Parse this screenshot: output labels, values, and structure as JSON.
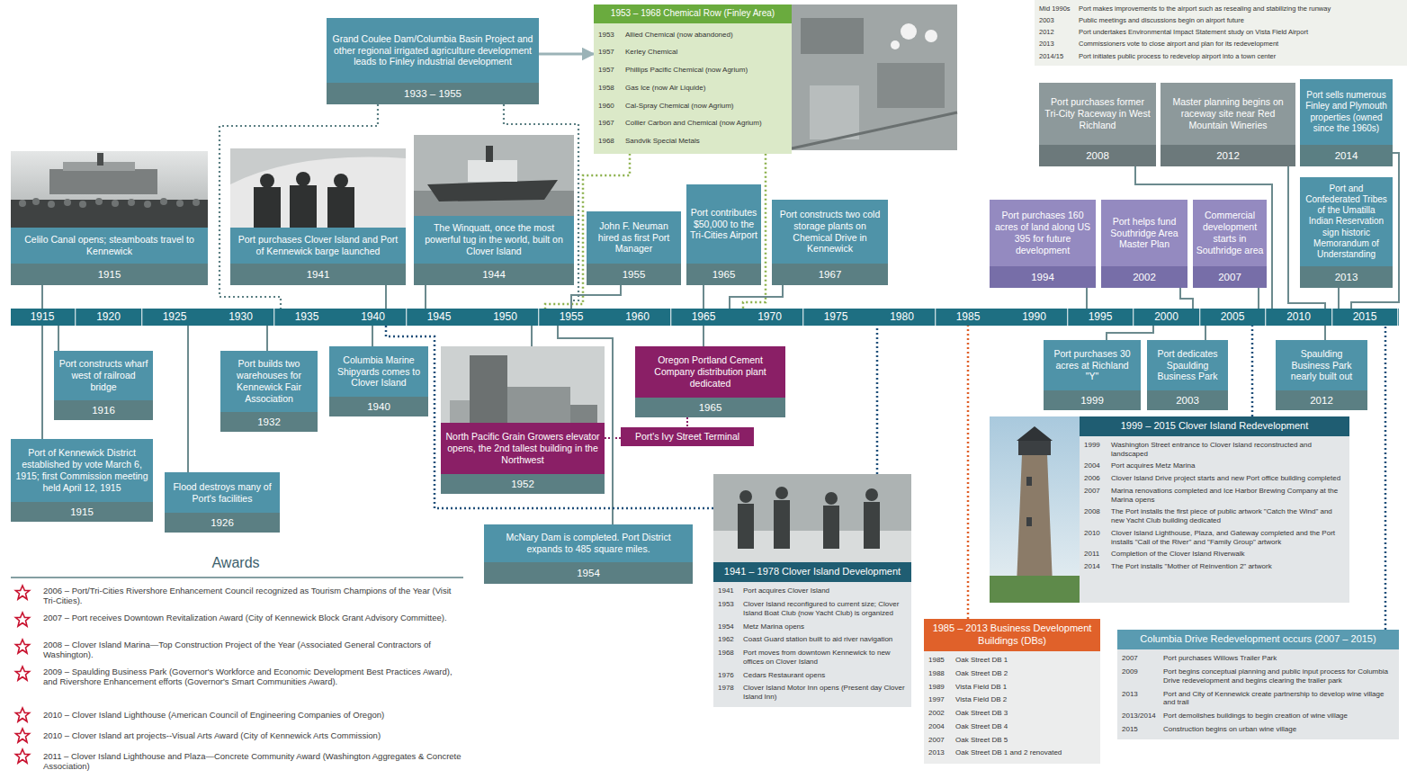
{
  "diagram": {
    "nodes": [
      {
        "text": [
          "Grand Coulee Dam/Columbia Basin Project and other regional irrigated agriculture development leads to Finley industrial development",
          "1933 – 1955"
        ]
      },
      {
        "text": [
          "1953 – 1968 Chemical Row (Finley Area)",
          "1953",
          "Allied Chemical (now abandoned)",
          "1957",
          "Kerley Chemical",
          "1957",
          "Phillips Pacific Chemical (now Agrium)",
          "1958",
          "Gas Ice (now Air Liquide)",
          "1960",
          "Cal-Spray Chemical (now Agrium)",
          "1967",
          "Collier Carbon and Chemical (now Agrium)",
          "1968",
          "Sandvik Special Metals"
        ]
      },
      {
        "text": [
          "Mid 1990s",
          "Port makes improvements to the airport such as resealing and stabilizing the runway",
          "2003",
          "Public meetings and discussions begin on airport future",
          "2012",
          "Port undertakes Environmental Impact Statement study on Vista Field Airport",
          "2013",
          "Commissioners vote to close airport and plan for its redevelopment",
          "2014/15",
          "Port initiates public process to redevelop airport into a town center"
        ]
      },
      {
        "text": [
          "Celilo Canal opens; steamboats travel to Kennewick",
          "1915"
        ]
      },
      {
        "text": [
          "Port purchases Clover Island and Port of Kennewick barge launched",
          "1941"
        ]
      },
      {
        "text": [
          "The Winquatt, once the most powerful tug in the world, built on Clover Island",
          "1944"
        ]
      },
      {
        "text": [
          "John F. Neuman hired as first Port Manager",
          "1955"
        ]
      },
      {
        "text": [
          "Port contributes $50,000 to the Tri-Cities Airport",
          "1965"
        ]
      },
      {
        "text": [
          "Port constructs two cold storage plants on Chemical Drive in Kennewick",
          "1967"
        ]
      },
      {
        "text": [
          "Port purchases former Tri-City Raceway in West Richland",
          "2008"
        ]
      },
      {
        "text": [
          "Master planning begins on raceway site near Red Mountain Wineries",
          "2012"
        ]
      },
      {
        "text": [
          "Port sells numerous Finley and Plymouth properties (owned since the 1960s)",
          "2014"
        ]
      },
      {
        "text": [
          "Port purchases 160 acres of land along US 395 for future development",
          "1994"
        ]
      },
      {
        "text": [
          "Port helps fund Southridge Area Master Plan",
          "2002"
        ]
      },
      {
        "text": [
          "Commercial development starts in Southridge area",
          "2007"
        ]
      },
      {
        "text": [
          "Port and Confederated Tribes of the Umatilla Indian Reservation sign historic Memorandum of Understanding",
          "2013"
        ]
      },
      {
        "text": [
          "1915",
          "1920",
          "1925",
          "1930",
          "1935",
          "1940",
          "1945",
          "1950",
          "1955",
          "1960",
          "1965",
          "1970",
          "1975",
          "1980",
          "1985",
          "1990",
          "1995",
          "2000",
          "2005",
          "2010",
          "2015"
        ]
      },
      {
        "text": [
          "Port constructs wharf west of railroad bridge",
          "1916"
        ]
      },
      {
        "text": [
          "Port of Kennewick District established by vote March 6, 1915; first Commission meeting held April 12, 1915",
          "1915"
        ]
      },
      {
        "text": [
          "Flood destroys many of Port's facilities",
          "1926"
        ]
      },
      {
        "text": [
          "Port builds two warehouses for Kennewick Fair Association",
          "1932"
        ]
      },
      {
        "text": [
          "Columbia Marine Shipyards comes to Clover Island",
          "1940"
        ]
      },
      {
        "text": [
          "North Pacific Grain Growers elevator opens, the 2nd tallest building in the Northwest",
          "1952"
        ]
      },
      {
        "text": [
          "Oregon Portland Cement Company distribution plant dedicated",
          "1965"
        ]
      },
      {
        "text": [
          "Port's Ivy Street Terminal"
        ]
      },
      {
        "text": [
          "McNary Dam is completed. Port District expands to 485 square miles.",
          "1954"
        ]
      },
      {
        "text": [
          "1941 – 1978 Clover Island Development",
          "1941",
          "Port acquires Clover Island",
          "1953",
          "Clover Island reconfigured to current size; Clover Island Boat Club (now Yacht Club) is organized",
          "1954",
          "Metz Marina opens",
          "1962",
          "Coast Guard station built to aid river navigation",
          "1968",
          "Port moves from downtown Kennewick to new offices on Clover Island",
          "1976",
          "Cedars Restaurant opens",
          "1978",
          "Clover Island Motor Inn opens (Present day Clover Island Inn)"
        ]
      },
      {
        "text": [
          "Port purchases 30 acres at Richland \"Y\"",
          "1999"
        ]
      },
      {
        "text": [
          "Port dedicates Spaulding Business Park",
          "2003"
        ]
      },
      {
        "text": [
          "Spaulding Business Park nearly built out",
          "2012"
        ]
      },
      {
        "text": [
          "1999 – 2015 Clover Island Redevelopment",
          "1999",
          "Washington Street entrance to Clover Island reconstructed and landscaped",
          "2004",
          "Port acquires Metz Marina",
          "2006",
          "Clover Island Drive project starts and new Port office building completed",
          "2007",
          "Marina renovations completed and Ice Harbor Brewing Company at the Marina opens",
          "2008",
          "The Port installs the first piece of public artwork \"Catch the Wind\" and new Yacht Club building dedicated",
          "2010",
          "Clover Island Lighthouse, Plaza, and Gateway completed and the Port installs \"Call of the River\" and \"Family Group\" artwork",
          "2011",
          "Completion of the Clover Island Riverwalk",
          "2014",
          "The Port installs \"Mother of Reinvention 2\" artwork"
        ]
      },
      {
        "text": [
          "1985 – 2013 Business Development Buildings (DBs)",
          "1985",
          "Oak Street DB 1",
          "1988",
          "Oak Street DB 2",
          "1989",
          "Vista Field DB 1",
          "1997",
          "Vista Field DB 2",
          "2002",
          "Oak Street DB 3",
          "2004",
          "Oak Street DB 4",
          "2007",
          "Oak Street DB 5",
          "2013",
          "Oak Street DB 1 and 2 renovated"
        ]
      },
      {
        "text": [
          "Columbia Drive Redevelopment occurs (2007 – 2015)",
          "2007",
          "Port purchases Willows Trailer Park",
          "2009",
          "Port begins conceptual planning and public input process for Columbia Drive redevelopment and begins clearing the trailer park",
          "2013",
          "Port and City of Kennewick create partnership to develop wine village and trail",
          "2013/2014",
          "Port demolishes buildings to begin creation of wine village",
          "2015",
          "Construction begins on urban wine village"
        ]
      }
    ],
    "edges": [
      {
        "from": 0,
        "to": 1,
        "arrow": "to"
      },
      {
        "from": 0,
        "to": 16,
        "arrow": "none"
      },
      {
        "from": 0,
        "to": 16,
        "arrow": "none"
      },
      {
        "from": 1,
        "to": 16,
        "arrow": "none"
      },
      {
        "from": 1,
        "to": 16,
        "arrow": "none"
      },
      {
        "from": 3,
        "to": 16,
        "arrow": "none"
      },
      {
        "from": 4,
        "to": 16,
        "arrow": "none"
      },
      {
        "from": 5,
        "to": 16,
        "arrow": "none"
      },
      {
        "from": 6,
        "to": 16,
        "arrow": "none"
      },
      {
        "from": 7,
        "to": 16,
        "arrow": "none"
      },
      {
        "from": 8,
        "to": 16,
        "arrow": "none"
      },
      {
        "from": 9,
        "to": 16,
        "arrow": "none"
      },
      {
        "from": 10,
        "to": 16,
        "arrow": "none"
      },
      {
        "from": 11,
        "to": 16,
        "arrow": "none"
      },
      {
        "from": 12,
        "to": 16,
        "arrow": "none"
      },
      {
        "from": 13,
        "to": 16,
        "arrow": "none"
      },
      {
        "from": 14,
        "to": 16,
        "arrow": "none"
      },
      {
        "from": 15,
        "to": 16,
        "arrow": "none"
      },
      {
        "from": 17,
        "to": 16,
        "arrow": "none"
      },
      {
        "from": 18,
        "to": 16,
        "arrow": "none"
      },
      {
        "from": 19,
        "to": 16,
        "arrow": "none"
      },
      {
        "from": 20,
        "to": 16,
        "arrow": "none"
      },
      {
        "from": 21,
        "to": 16,
        "arrow": "none"
      },
      {
        "from": 22,
        "to": 16,
        "arrow": "none"
      },
      {
        "from": 23,
        "to": 16,
        "arrow": "none"
      },
      {
        "from": 22,
        "to": 24,
        "arrow": "none"
      },
      {
        "from": 23,
        "to": 24,
        "arrow": "none"
      },
      {
        "from": 25,
        "to": 16,
        "arrow": "none"
      },
      {
        "from": 26,
        "to": 16,
        "arrow": "none"
      },
      {
        "from": 26,
        "to": 16,
        "arrow": "none"
      },
      {
        "from": 27,
        "to": 16,
        "arrow": "none"
      },
      {
        "from": 28,
        "to": 16,
        "arrow": "none"
      },
      {
        "from": 29,
        "to": 16,
        "arrow": "none"
      },
      {
        "from": 30,
        "to": 16,
        "arrow": "none"
      },
      {
        "from": 31,
        "to": 16,
        "arrow": "none"
      },
      {
        "from": 32,
        "to": 16,
        "arrow": "none"
      }
    ],
    "labels": [
      "Awards",
      "2006 – Port/Tri-Cities Rivershore Enhancement Council recognized as Tourism Champions of the Year (Visit Tri-Cities).",
      "2007 – Port receives Downtown Revitalization Award (City of Kennewick Block Grant Advisory Committee).",
      "2008 – Clover Island Marina—Top Construction Project of the Year (Associated General Contractors of Washington).",
      "2009 – Spaulding Business Park (Governor's Workforce and Economic Development Best Practices Award), and Rivershore Enhancement efforts (Governor's Smart Communities Award).",
      "2010 – Clover Island Lighthouse (American Council of Engineering Companies of Oregon)",
      "2010 – Clover Island art projects--Visual Arts Award (City of Kennewick Arts Commission)",
      "2011 – Clover Island Lighthouse and Plaza—Concrete Community Award (Washington Aggregates & Concrete Association)"
    ]
  }
}
